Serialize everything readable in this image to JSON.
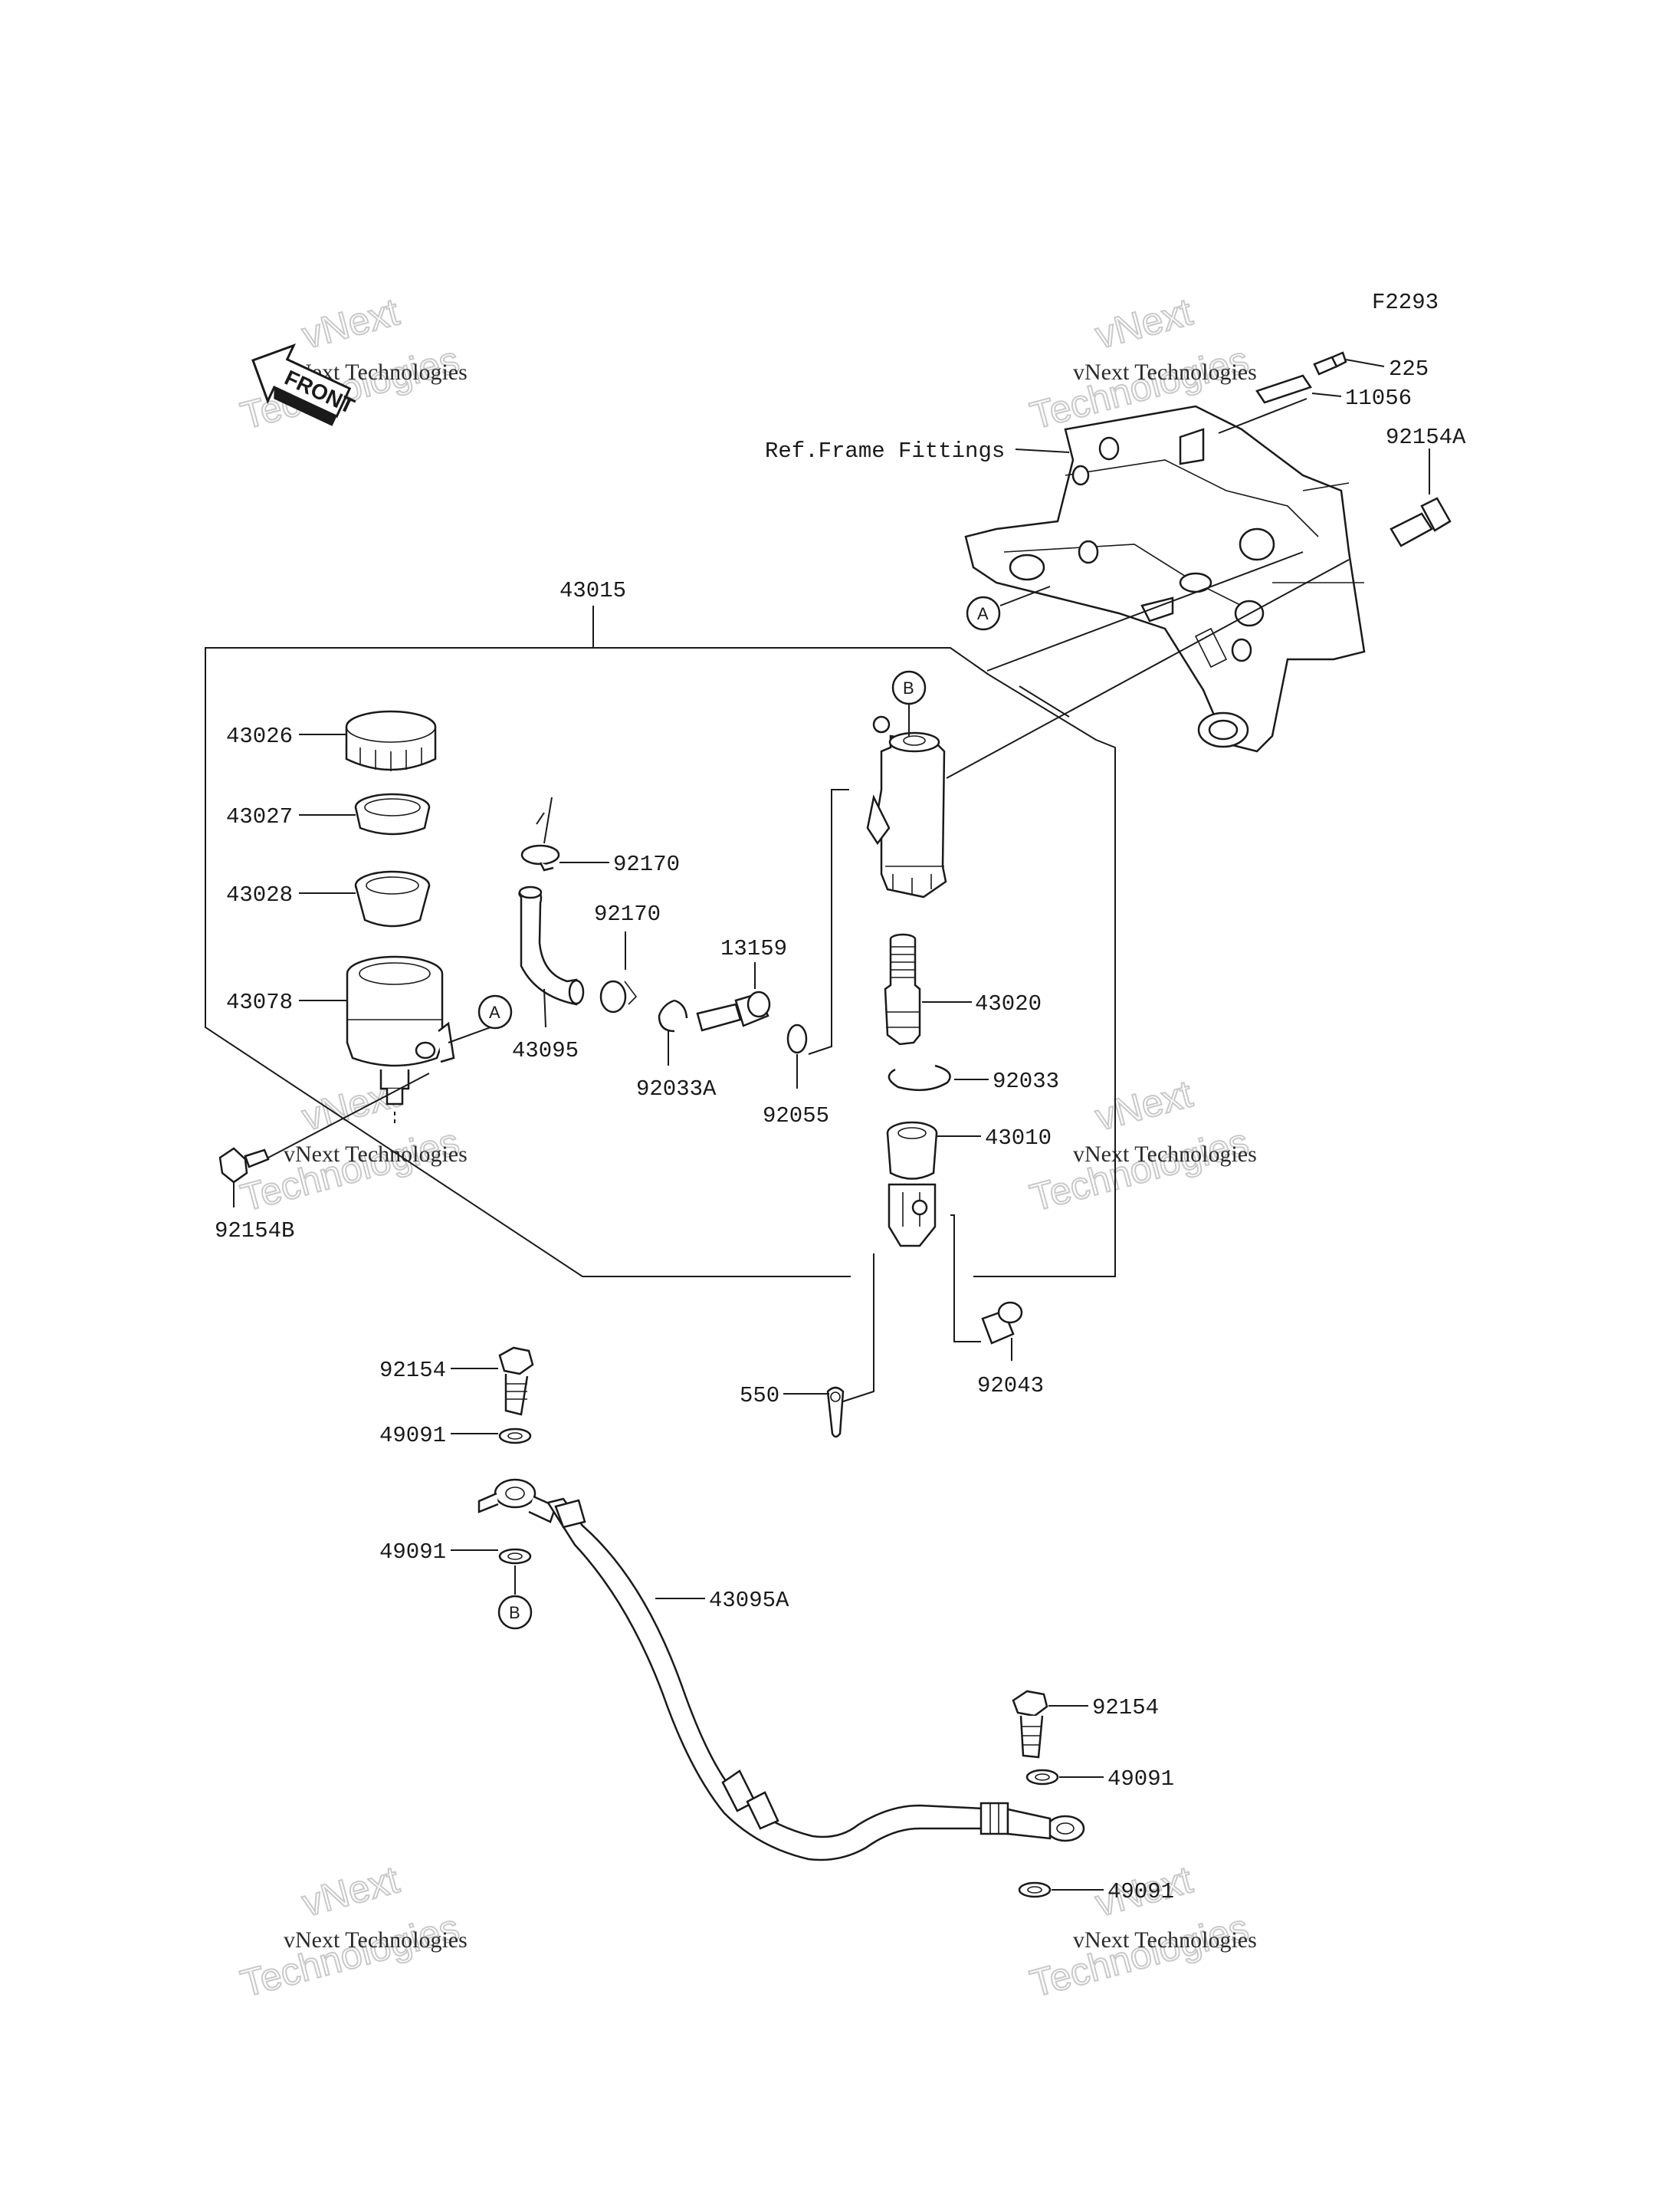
{
  "diagram_code": "F2293",
  "front_label": "FRONT",
  "ref_label": "Ref.Frame Fittings",
  "watermark": {
    "line1": "vNext Technologies",
    "line2": "Technologies",
    "line3": "vNext"
  },
  "callouts": {
    "a": "A",
    "b": "B"
  },
  "parts": {
    "p225": "225",
    "p11056": "11056",
    "p92154A": "92154A",
    "p43015": "43015",
    "p43026": "43026",
    "p43027": "43027",
    "p43028": "43028",
    "p43078": "43078",
    "p92154B": "92154B",
    "p92170a": "92170",
    "p92170b": "92170",
    "p43095": "43095",
    "p92033A": "92033A",
    "p13159": "13159",
    "p92055": "92055",
    "p43020": "43020",
    "p92033": "92033",
    "p43010": "43010",
    "p92043": "92043",
    "p550": "550",
    "p92154a": "92154",
    "p49091a": "49091",
    "p49091b": "49091",
    "p43095A": "43095A",
    "p92154b": "92154",
    "p49091c": "49091",
    "p49091d": "49091"
  }
}
